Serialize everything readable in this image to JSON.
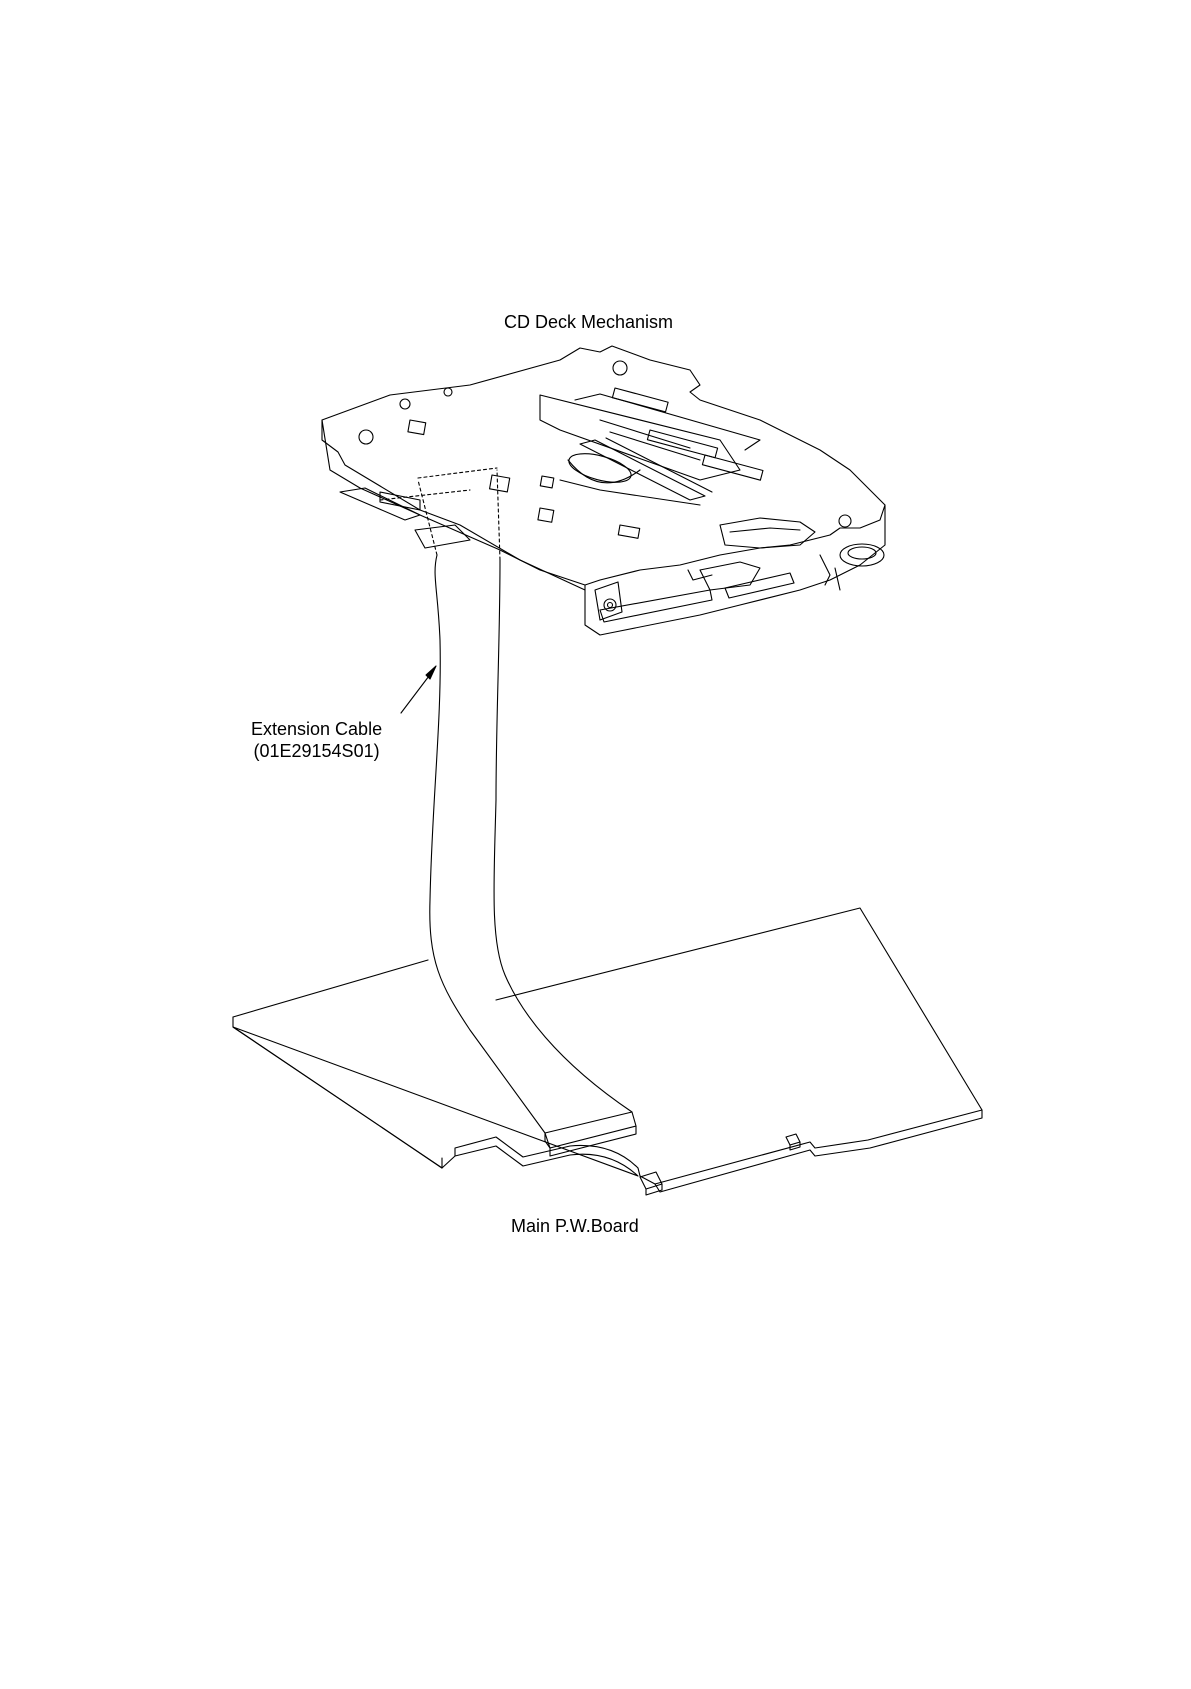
{
  "labels": {
    "deck": "CD Deck Mechanism",
    "cable_name": "Extension Cable",
    "cable_part_no": "(01E29154S01)",
    "board": "Main P.W.Board"
  },
  "colors": {
    "line": "#000000",
    "background": "#ffffff"
  }
}
